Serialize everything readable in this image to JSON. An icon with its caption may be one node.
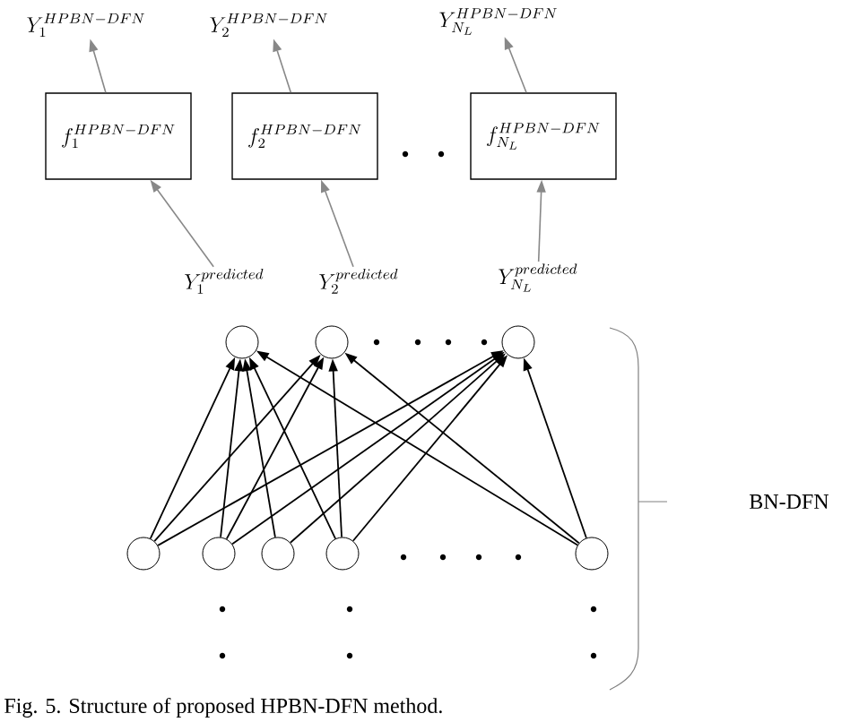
{
  "diagram": {
    "caption": "Fig. 5.  Structure of proposed HPBN-DFN method.",
    "nodes": [
      {
        "text": [
          "Y_1^{HPBN-DFN}"
        ]
      },
      {
        "text": [
          "Y_2^{HPBN-DFN}"
        ]
      },
      {
        "text": [
          "Y_{N_L}^{HPBN-DFN}"
        ]
      },
      {
        "text": [
          "f_1^{HPBN-DFN}"
        ]
      },
      {
        "text": [
          "f_2^{HPBN-DFN}"
        ]
      },
      {
        "text": [
          "f_{N_L}^{HPBN-DFN}"
        ]
      },
      {
        "text": [
          "Y_1^{predicted}"
        ]
      },
      {
        "text": [
          "Y_2^{predicted}"
        ]
      },
      {
        "text": [
          "Y_{N_L}^{predicted}"
        ]
      },
      {
        "text": [],
        "shape": "circle"
      },
      {
        "text": [],
        "shape": "circle"
      },
      {
        "text": [],
        "shape": "circle"
      },
      {
        "text": [],
        "shape": "circle"
      },
      {
        "text": [],
        "shape": "circle"
      },
      {
        "text": [],
        "shape": "circle"
      },
      {
        "text": [],
        "shape": "circle"
      },
      {
        "text": [],
        "shape": "circle"
      }
    ],
    "edges": [
      {
        "from": 3,
        "to": 0,
        "arrow": "to",
        "color": "#888888"
      },
      {
        "from": 4,
        "to": 1,
        "arrow": "to",
        "color": "#888888"
      },
      {
        "from": 5,
        "to": 2,
        "arrow": "to",
        "color": "#888888"
      },
      {
        "from": 6,
        "to": 3,
        "arrow": "to",
        "color": "#888888"
      },
      {
        "from": 7,
        "to": 4,
        "arrow": "to",
        "color": "#888888"
      },
      {
        "from": 8,
        "to": 5,
        "arrow": "to",
        "color": "#888888"
      },
      {
        "from": 12,
        "to": 9,
        "arrow": "to"
      },
      {
        "from": 12,
        "to": 10,
        "arrow": "to"
      },
      {
        "from": 12,
        "to": 11,
        "arrow": "to"
      },
      {
        "from": 13,
        "to": 9,
        "arrow": "to"
      },
      {
        "from": 13,
        "to": 10,
        "arrow": "to"
      },
      {
        "from": 13,
        "to": 11,
        "arrow": "to"
      },
      {
        "from": 14,
        "to": 9,
        "arrow": "to"
      },
      {
        "from": 14,
        "to": 11,
        "arrow": "to"
      },
      {
        "from": 15,
        "to": 9,
        "arrow": "to"
      },
      {
        "from": 15,
        "to": 10,
        "arrow": "to"
      },
      {
        "from": 15,
        "to": 11,
        "arrow": "to"
      },
      {
        "from": 16,
        "to": 9,
        "arrow": "to"
      },
      {
        "from": 16,
        "to": 10,
        "arrow": "to"
      },
      {
        "from": 16,
        "to": 11,
        "arrow": "to"
      }
    ],
    "labels": [
      "BN-DFN"
    ]
  }
}
